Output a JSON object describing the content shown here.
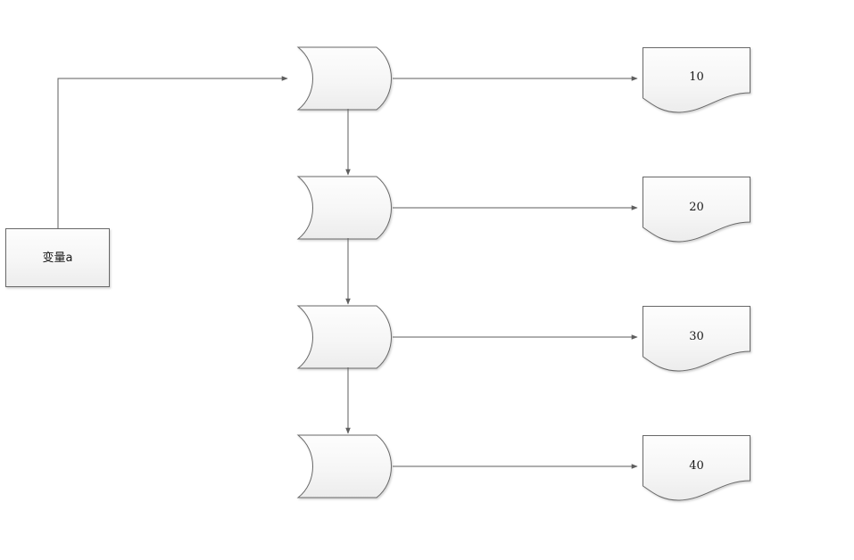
{
  "diagram": {
    "title": "variable assignment flow",
    "background_color": "#ffffff",
    "stroke_color": "#686868",
    "connector_color": "#5e5e5e",
    "fill_top_color": "#fcfcfc",
    "fill_bottom_color": "#ededed",
    "text_color": "#1a1a1a",
    "source": {
      "label": "变量a",
      "shape": "rectangle"
    },
    "steps": [
      {
        "delay_label": "",
        "document_label": "10"
      },
      {
        "delay_label": "",
        "document_label": "20"
      },
      {
        "delay_label": "",
        "document_label": "30"
      },
      {
        "delay_label": "",
        "document_label": "40"
      }
    ]
  }
}
